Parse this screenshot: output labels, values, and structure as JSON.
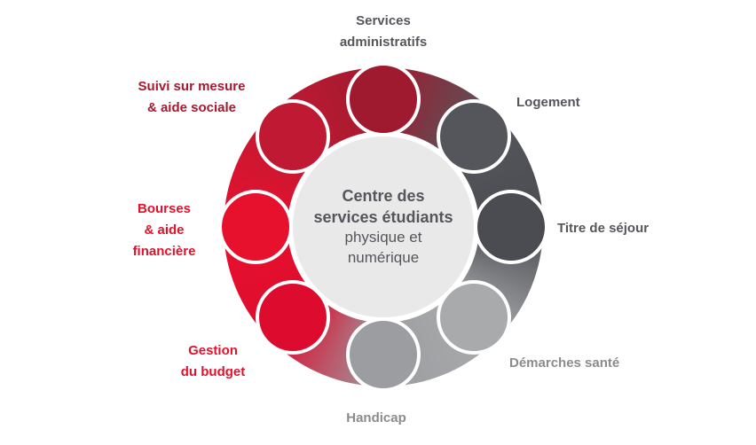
{
  "center": {
    "title": "Centre des\nservices étudiants",
    "subtitle": "physique et\nnumérique",
    "text_color": "#54565B",
    "circle_color": "#E9E9EA"
  },
  "nodes": [
    {
      "id": "services-administratifs",
      "label": "Services\nadministratifs",
      "circle_color": "#A01A2F",
      "label_color": "#54565B"
    },
    {
      "id": "logement",
      "label": "Logement",
      "circle_color": "#55565B",
      "label_color": "#54565B"
    },
    {
      "id": "titre-de-sejour",
      "label": "Titre de séjour",
      "circle_color": "#4A4C51",
      "label_color": "#54565B"
    },
    {
      "id": "demarches-sante",
      "label": "Démarches santé",
      "circle_color": "#A9AAAC",
      "label_color": "#8A8B8D"
    },
    {
      "id": "handicap",
      "label": "Handicap",
      "circle_color": "#9B9DA0",
      "label_color": "#8A8B8D"
    },
    {
      "id": "gestion-du-budget",
      "label": "Gestion\ndu budget",
      "circle_color": "#DD0C2F",
      "label_color": "#E4112D"
    },
    {
      "id": "bourses-aide-financiere",
      "label": "Bourses\n& aide\nfinancière",
      "circle_color": "#E8112D",
      "label_color": "#E4112D"
    },
    {
      "id": "suivi-sur-mesure-aide-sociale",
      "label": "Suivi sur mesure\n& aide sociale",
      "circle_color": "#C01933",
      "label_color": "#A6192E"
    }
  ]
}
